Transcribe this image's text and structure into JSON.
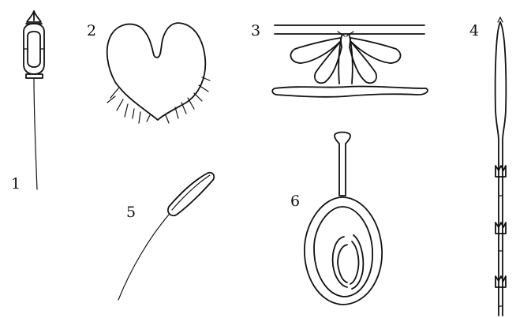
{
  "figure": {
    "labels": {
      "fig1": "1",
      "fig2": "2",
      "fig3": "3",
      "fig4": "4",
      "fig5": "5",
      "fig6": "6"
    },
    "colors": {
      "ink": "#111111",
      "background": "#ffffff"
    }
  }
}
